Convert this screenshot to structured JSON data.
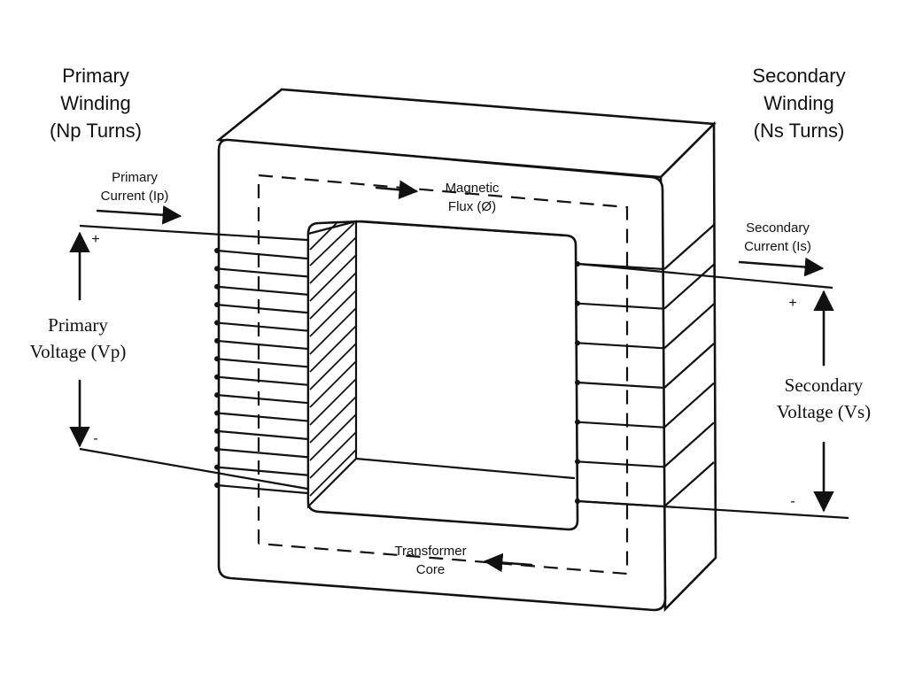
{
  "primary": {
    "winding_line1": "Primary",
    "winding_line2": "Winding",
    "winding_line3": "(Np Turns)",
    "current_line1": "Primary",
    "current_line2": "Current (Ip)",
    "voltage_line1": "Primary",
    "voltage_line2": "Voltage (Vp)",
    "plus": "+",
    "minus": "-",
    "turns_drawn": 14
  },
  "secondary": {
    "winding_line1": "Secondary",
    "winding_line2": "Winding",
    "winding_line3": "(Ns Turns)",
    "current_line1": "Secondary",
    "current_line2": "Current (Is)",
    "voltage_line1": "Secondary",
    "voltage_line2": "Voltage (Vs)",
    "plus": "+",
    "minus": "-",
    "turns_drawn": 7
  },
  "flux": {
    "line1": "Magnetic",
    "line2": "Flux (Ø)"
  },
  "core": {
    "line1": "Transformer",
    "line2": "Core"
  }
}
